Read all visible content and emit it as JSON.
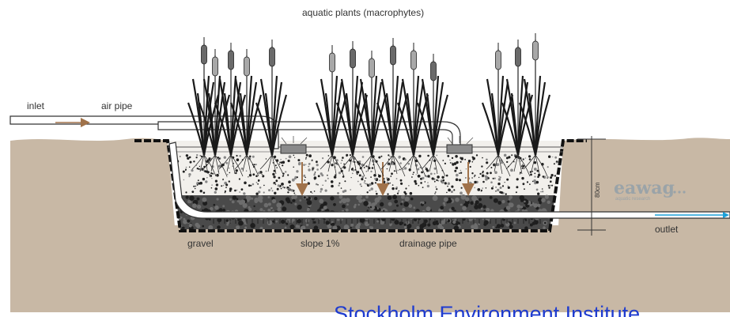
{
  "labels": {
    "plants": "aquatic plants (macrophytes)",
    "inlet": "inlet",
    "air_pipe": "air pipe",
    "gravel": "gravel",
    "slope": "slope 1%",
    "drainage_pipe": "drainage pipe",
    "outlet": "outlet",
    "depth": "80cm"
  },
  "logo": {
    "name": "eawag",
    "tagline": "aquatic research"
  },
  "credit": "Stockholm Environment Institute",
  "colors": {
    "soil": "#c8b8a5",
    "gravel_fill": "#f2f0ec",
    "dark_gravel": "#2b2b2b",
    "flow_arrow": "#a0724a",
    "water_arrow": "#1aa0d8",
    "credit_text": "#1f3ccf"
  }
}
